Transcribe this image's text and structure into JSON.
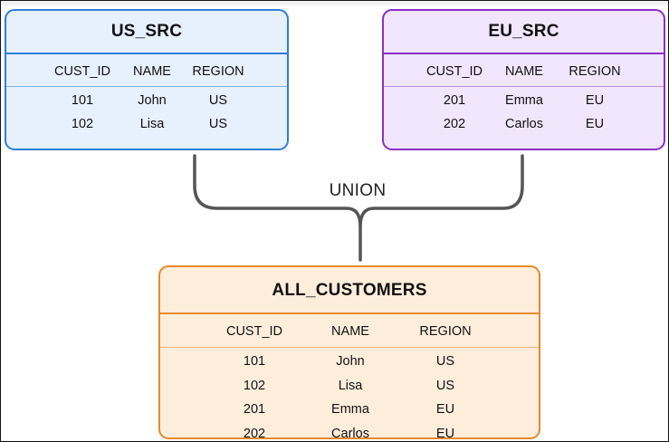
{
  "union_label": "UNION",
  "us_src": {
    "title": "US_SRC",
    "columns": [
      "CUST_ID",
      "NAME",
      "REGION"
    ],
    "rows": [
      [
        "101",
        "John",
        "US"
      ],
      [
        "102",
        "Lisa",
        "US"
      ]
    ]
  },
  "eu_src": {
    "title": "EU_SRC",
    "columns": [
      "CUST_ID",
      "NAME",
      "REGION"
    ],
    "rows": [
      [
        "201",
        "Emma",
        "EU"
      ],
      [
        "202",
        "Carlos",
        "EU"
      ]
    ]
  },
  "all_customers": {
    "title": "ALL_CUSTOMERS",
    "columns": [
      "CUST_ID",
      "NAME",
      "REGION"
    ],
    "rows": [
      [
        "101",
        "John",
        "US"
      ],
      [
        "102",
        "Lisa",
        "US"
      ],
      [
        "201",
        "Emma",
        "EU"
      ],
      [
        "202",
        "Carlos",
        "EU"
      ]
    ]
  },
  "colors": {
    "us_border": "#2f7fd8",
    "us_fill": "#e7f0fd",
    "eu_border": "#8a2fc9",
    "eu_fill": "#f1e6fb",
    "all_border": "#e58a2c",
    "all_fill": "#fdeedc",
    "connector": "#555555"
  }
}
